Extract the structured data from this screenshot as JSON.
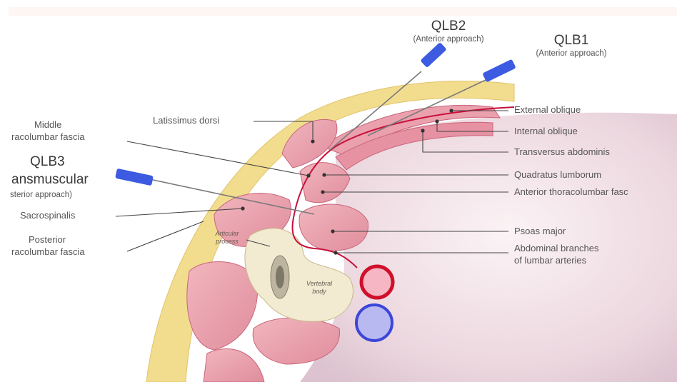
{
  "approaches": {
    "qlb2": {
      "title": "QLB2",
      "subtitle": "(Anterior approach)"
    },
    "qlb1": {
      "title": "QLB1",
      "subtitle": "(Anterior approach)"
    },
    "qlb3": {
      "title": "QLB3",
      "line2": "ansmuscular",
      "subtitle": "sterior approach)"
    }
  },
  "left_labels": {
    "latissimus": "Latissimus dorsi",
    "middle_tlf_1": "Middle",
    "middle_tlf_2": "racolumbar fascia",
    "sacrospinalis": "Sacrospinalis",
    "posterior_tlf_1": "Posterior",
    "posterior_tlf_2": "racolumbar fascia"
  },
  "right_labels": {
    "external_oblique": "External oblique",
    "internal_oblique": "Internal oblique",
    "transversus": "Transversus abdominis",
    "quadratus": "Quadratus lumborum",
    "anterior_tlf": "Anterior thoracolumbar fasc",
    "psoas": "Psoas major",
    "abdominal_1": "Abdominal branches",
    "abdominal_2": "of lumbar arteries"
  },
  "inner_labels": {
    "articular_1": "Articular",
    "articular_2": "process",
    "vertebral_1": "Vertebral",
    "vertebral_2": "body"
  },
  "colors": {
    "fat": "#f2dd8e",
    "muscle": "#e9a3ae",
    "muscle_dark": "#c9657a",
    "fascia": "#c8103a",
    "bone": "#f2ebd2",
    "needle": "#3d5be0",
    "artery": "#d0102a",
    "vein": "#3c46d8"
  }
}
